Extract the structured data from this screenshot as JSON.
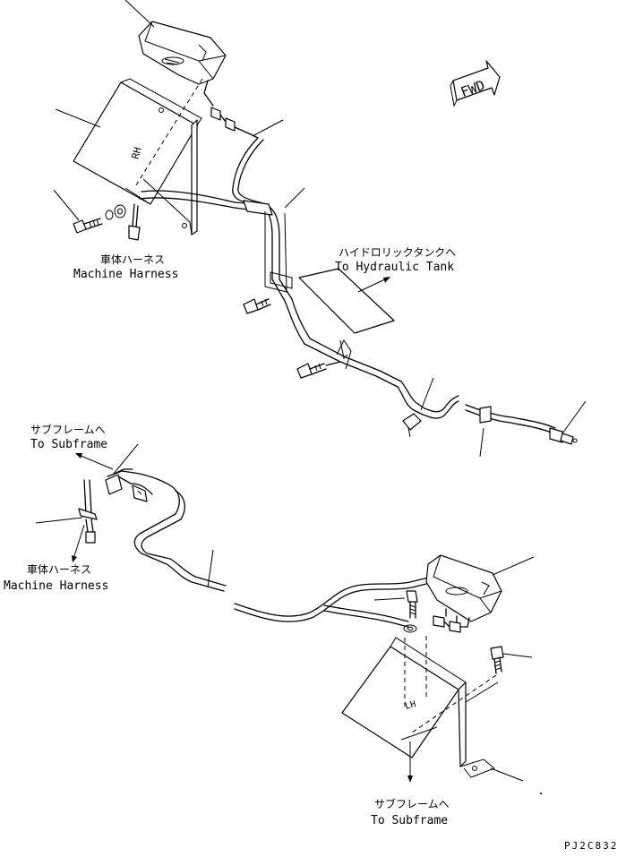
{
  "labels": {
    "fwd": "FWD",
    "machine_harness_top_jp": "車体ハーネス",
    "machine_harness_top_en": "Machine Harness",
    "hydraulic_tank_jp": "ハイドロリックタンクへ",
    "hydraulic_tank_en": "To Hydraulic Tank",
    "subframe_left_jp": "サブフレームへ",
    "subframe_left_en": "To Subframe",
    "machine_harness_bottom_jp": "車体ハーネス",
    "machine_harness_bottom_en": "Machine Harness",
    "subframe_bottom_jp": "サブフレームへ",
    "subframe_bottom_en": "To Subframe",
    "drawing_code": "PJ2C832"
  }
}
